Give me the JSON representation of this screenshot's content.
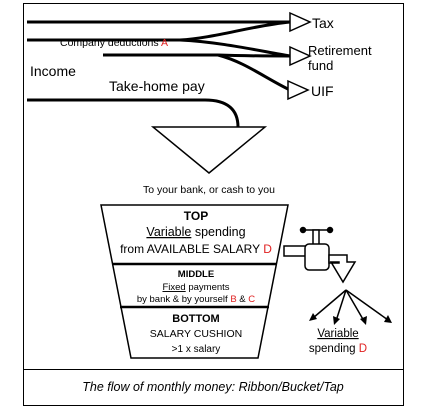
{
  "labels": {
    "tax": "Tax",
    "retirement_line1": "Retirement",
    "retirement_line2": "fund",
    "uif": "UIF",
    "company_deductions": "Company deductions",
    "company_deductions_marker": "A",
    "income": "Income",
    "take_home_pay": "Take-home pay",
    "to_your_bank": "To your bank, or cash to you"
  },
  "bucket": {
    "top": {
      "title": "TOP",
      "line1_underlined": "Variable",
      "line1_rest": " spending",
      "line2": "from AVAILABLE SALARY",
      "marker": "D"
    },
    "middle": {
      "title": "MIDDLE",
      "line1_underlined": "Fixed",
      "line1_rest": " payments",
      "line2": "by bank & by yourself",
      "marker_b": "B",
      "amp": " & ",
      "marker_c": "C"
    },
    "bottom": {
      "title": "BOTTOM",
      "line1": "SALARY CUSHION",
      "line2": ">1 x salary"
    }
  },
  "tap": {
    "variable": "Variable",
    "spending": "spending",
    "marker": "D"
  },
  "caption": "The flow of monthly money: Ribbon/Bucket/Tap",
  "colors": {
    "marker": "#e02020",
    "line": "#000000"
  }
}
